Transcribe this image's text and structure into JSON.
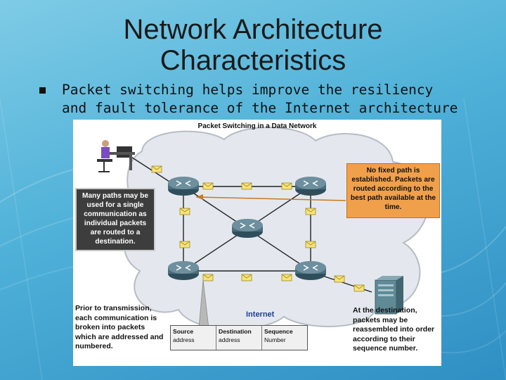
{
  "slide": {
    "title": "Network Architecture Characteristics",
    "bullet_text": "Packet switching helps improve the resiliency\nand fault tolerance of the Internet architecture"
  },
  "figure": {
    "title": "Packet Switching in a Data Network",
    "callout_left": "Many paths may be used for a single communication as individual packets are routed to a destination.",
    "callout_right": "No fixed path is established. Packets are routed according to the best path available at the time.",
    "note_left": "Prior to transmission, each communication is broken into packets which are addressed and numbered.",
    "note_right": "At the destination, packets may be reassembled into order according to their sequence number.",
    "cloud_label": "Internet",
    "packet_header": [
      {
        "line1": "Source",
        "line2": "address"
      },
      {
        "line1": "Destination",
        "line2": "address"
      },
      {
        "line1": "Sequence",
        "line2": "Number"
      }
    ]
  },
  "colors": {
    "background": "#4fb1d8",
    "router": "#4a6d7c",
    "cloud": "#e4e8ee",
    "callout_dark": "#3d3d3d",
    "callout_orange": "#f0a04b",
    "packet": "#f7e27a",
    "internet_label": "#1f3f9a"
  }
}
